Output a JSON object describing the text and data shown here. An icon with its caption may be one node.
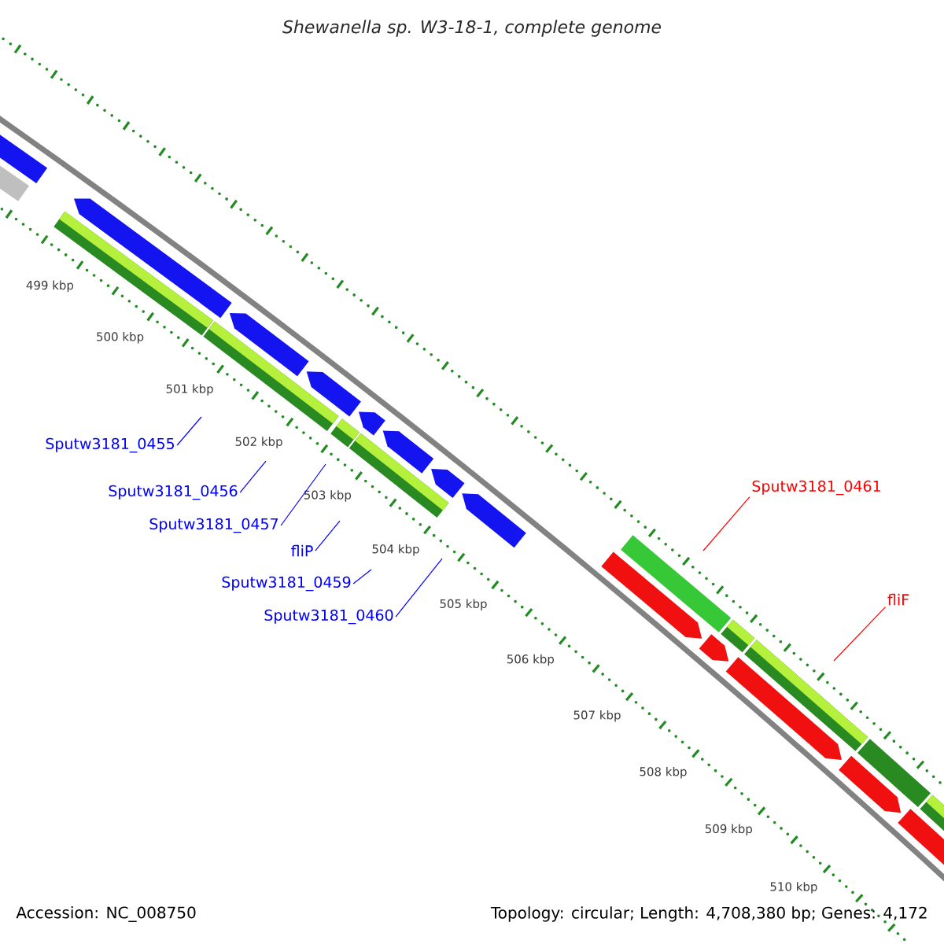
{
  "diagram": {
    "title": "Shewanella sp. W3-18-1, complete genome",
    "nodes": [
      {
        "text": [
          "Sputw3181_0455"
        ]
      },
      {
        "text": [
          "Sputw3181_0456"
        ]
      },
      {
        "text": [
          "Sputw3181_0457"
        ]
      },
      {
        "text": [
          "fliP"
        ]
      },
      {
        "text": [
          "Sputw3181_0459"
        ]
      },
      {
        "text": [
          "Sputw3181_0460"
        ]
      },
      {
        "text": [
          "Sputw3181_0461"
        ]
      },
      {
        "text": [
          "fliF"
        ]
      }
    ],
    "edges": [
      {
        "from": 0,
        "to": null,
        "arrow": "none"
      },
      {
        "from": 1,
        "to": null,
        "arrow": "none"
      },
      {
        "from": 2,
        "to": null,
        "arrow": "none"
      },
      {
        "from": 3,
        "to": null,
        "arrow": "none"
      },
      {
        "from": 4,
        "to": null,
        "arrow": "none"
      },
      {
        "from": 5,
        "to": null,
        "arrow": "none"
      },
      {
        "from": 6,
        "to": null,
        "arrow": "none",
        "color": "#ff0000"
      },
      {
        "from": 7,
        "to": null,
        "arrow": "none",
        "color": "#ff0000"
      }
    ],
    "labels": [
      "499 kbp",
      "500 kbp",
      "501 kbp",
      "502 kbp",
      "503 kbp",
      "504 kbp",
      "505 kbp",
      "506 kbp",
      "507 kbp",
      "508 kbp",
      "509 kbp",
      "510 kbp",
      "Accession: NC_008750",
      "Topology: circular; Length: 4,708,380 bp; Genes: 4,172"
    ]
  }
}
